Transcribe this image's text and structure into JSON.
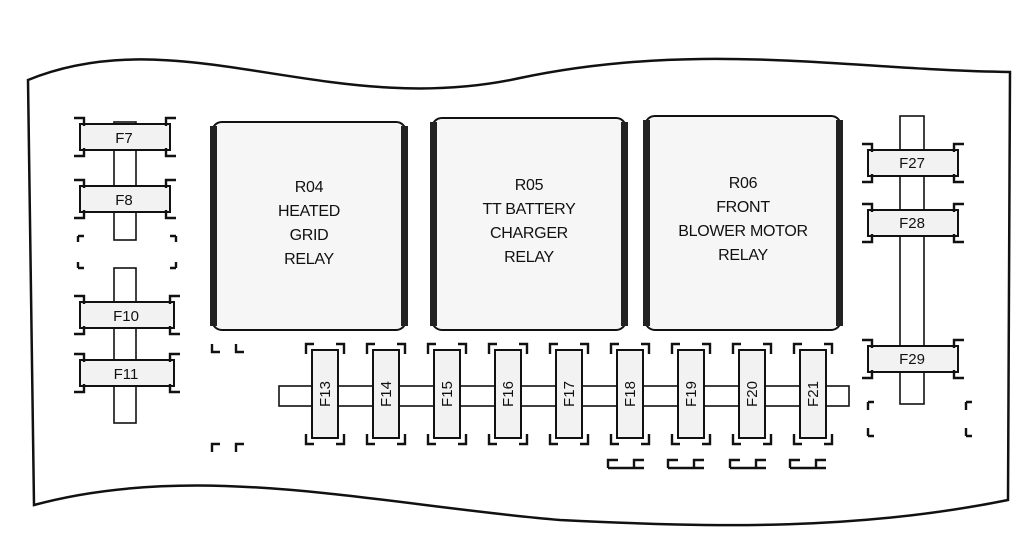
{
  "relays": [
    {
      "id": "R04",
      "lines": [
        "R04",
        "HEATED",
        "GRID",
        "RELAY"
      ]
    },
    {
      "id": "R05",
      "lines": [
        "R05",
        "TT BATTERY",
        "CHARGER",
        "RELAY"
      ]
    },
    {
      "id": "R06",
      "lines": [
        "R06",
        "FRONT",
        "BLOWER MOTOR",
        "RELAY"
      ]
    }
  ],
  "fuses_left": [
    "F7",
    "F8",
    "F10",
    "F11"
  ],
  "fuses_bottom": [
    "F13",
    "F14",
    "F15",
    "F16",
    "F17",
    "F18",
    "F19",
    "F20",
    "F21"
  ],
  "fuses_right": [
    "F27",
    "F28",
    "F29"
  ]
}
